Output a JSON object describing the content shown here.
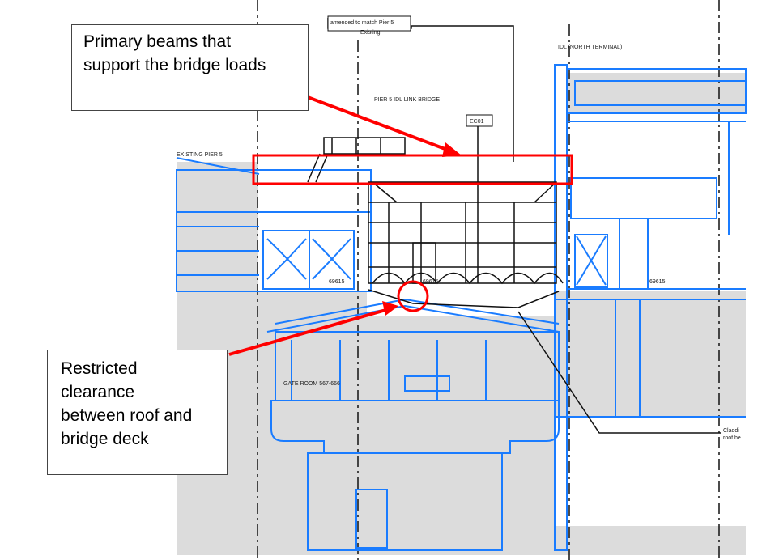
{
  "drawing": {
    "note_amended": "amended to match Pier 5",
    "note_existing": "Existing",
    "label_north_terminal": "IDL (NORTH TERMINAL)",
    "label_bridge": "PIER 5 IDL LINK BRIDGE",
    "tag_ec01": "EC01",
    "label_existing_pier": "EXISTING PIER 5",
    "level_left": "69615",
    "level_mid": "69615",
    "level_right": "69615",
    "label_gate_room": "GATE ROOM 567-666",
    "note_cladding_1": "Claddi",
    "note_cladding_2": "roof be"
  },
  "annotations": {
    "beams": {
      "lines": [
        "Primary beams that",
        "support the bridge loads"
      ]
    },
    "clearance": {
      "lines": [
        "Restricted",
        "clearance",
        "between roof and",
        "bridge deck"
      ]
    },
    "color": "#ff0000"
  },
  "colors": {
    "blue": "#1a7cff",
    "grey": "#dcdcdc"
  }
}
